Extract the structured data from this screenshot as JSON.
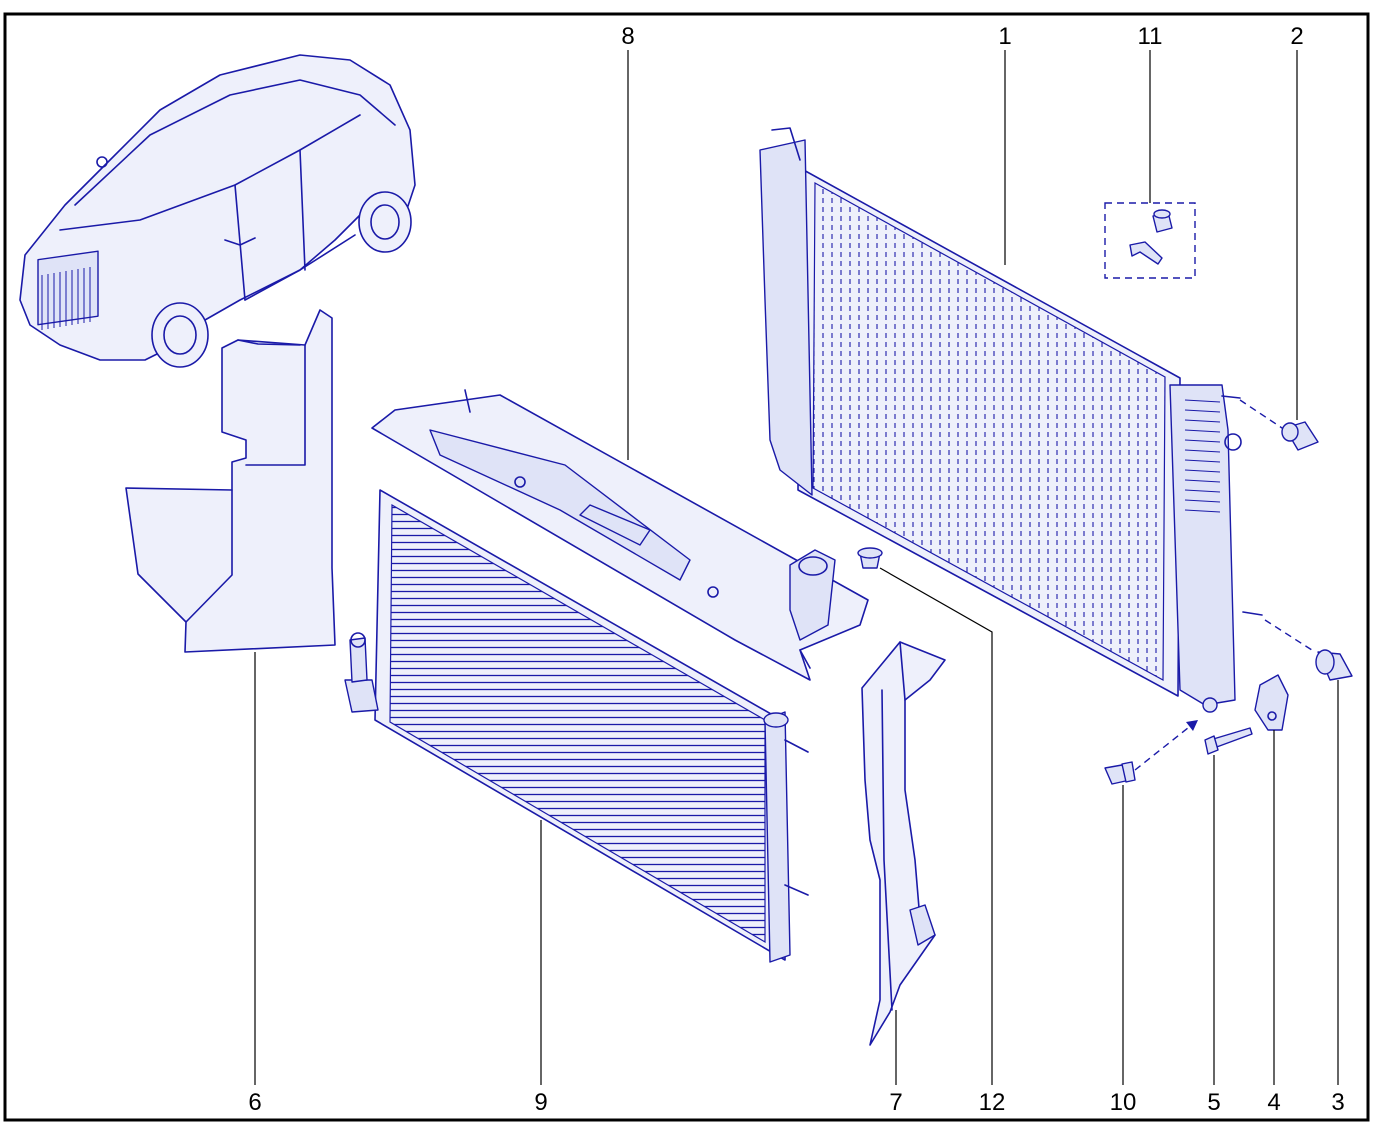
{
  "callouts": [
    {
      "id": "1",
      "label": "1"
    },
    {
      "id": "2",
      "label": "2"
    },
    {
      "id": "3",
      "label": "3"
    },
    {
      "id": "4",
      "label": "4"
    },
    {
      "id": "5",
      "label": "5"
    },
    {
      "id": "6",
      "label": "6"
    },
    {
      "id": "7",
      "label": "7"
    },
    {
      "id": "8",
      "label": "8"
    },
    {
      "id": "9",
      "label": "9"
    },
    {
      "id": "10",
      "label": "10"
    },
    {
      "id": "11",
      "label": "11"
    },
    {
      "id": "12",
      "label": "12"
    }
  ],
  "colors": {
    "line": "#1a1aa8",
    "leader": "#000000",
    "background": "#ffffff"
  }
}
